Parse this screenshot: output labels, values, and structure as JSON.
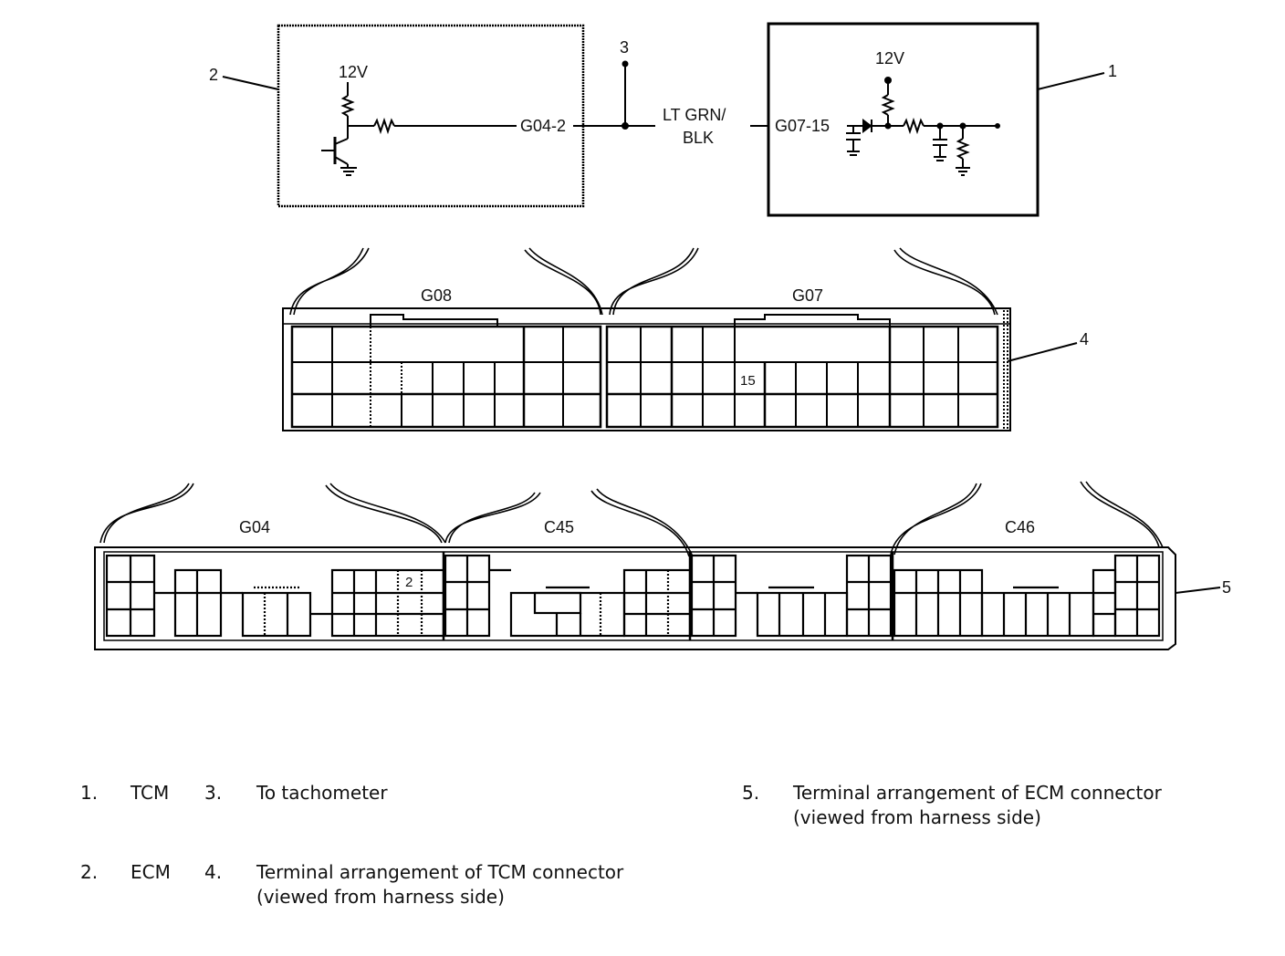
{
  "callouts": {
    "tcm": "1",
    "ecm": "2",
    "tach": "3",
    "tcm_connector": "4",
    "ecm_connector": "5"
  },
  "circuit": {
    "ecm_supply": "12V",
    "ecm_terminal": "G04-2",
    "wire_color_line1": "LT GRN/",
    "wire_color_line2": "BLK",
    "tcm_terminal": "G07-15",
    "tcm_supply": "12V"
  },
  "tcm_connectors": {
    "left": "G08",
    "right": "G07",
    "cell_label": "15"
  },
  "ecm_connectors": {
    "first": "G04",
    "second": "C45",
    "third": "C46",
    "cell_label": "2"
  },
  "legend": [
    {
      "num": "1.",
      "abbr": "TCM",
      "num2": "3.",
      "text": "To tachometer"
    },
    {
      "num": "2.",
      "abbr": "ECM",
      "num2": "4.",
      "text": "Terminal arrangement of TCM connector",
      "text2": "(viewed from harness side)"
    },
    {
      "num": "5.",
      "text": "Terminal arrangement of ECM connector",
      "text2": "(viewed from harness side)"
    }
  ]
}
